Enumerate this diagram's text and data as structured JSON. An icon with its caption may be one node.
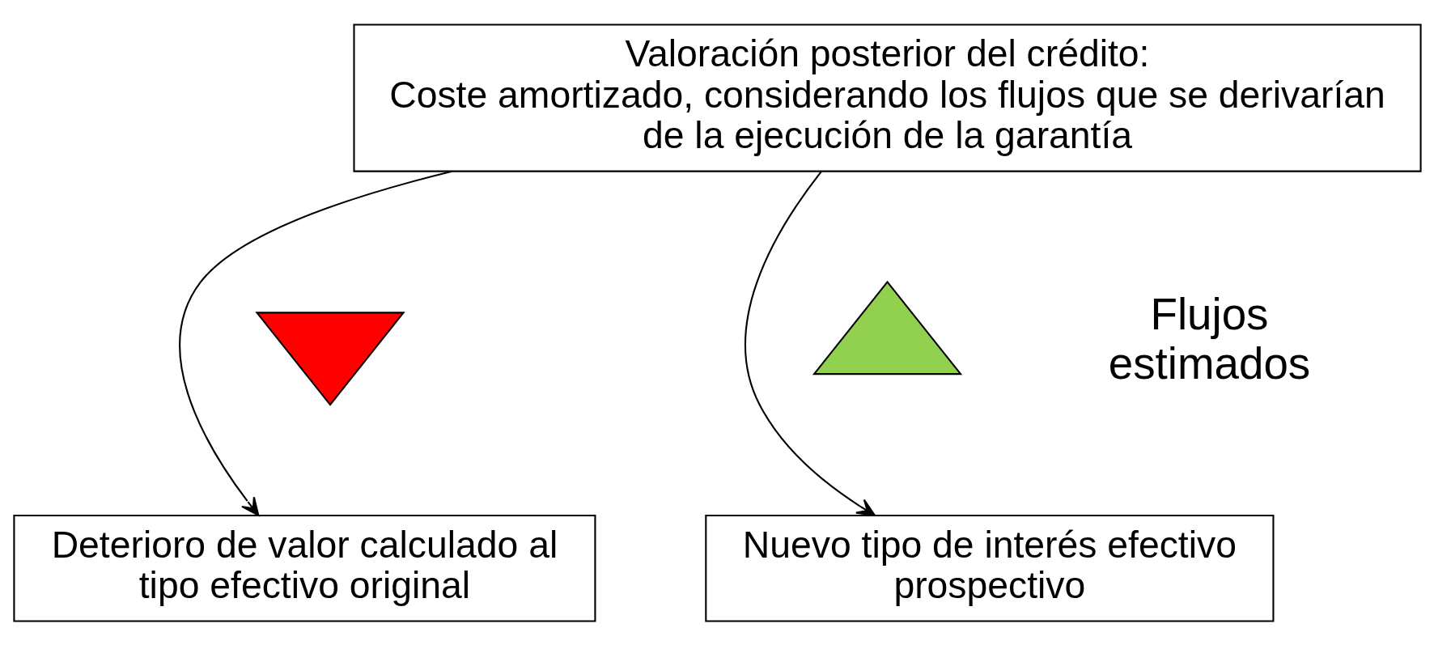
{
  "diagram": {
    "nodes": [
      {
        "text": [
          "Valoración posterior del crédito:",
          "Coste amortizado, considerando los flujos que se derivarían de la ejecución de la garantía"
        ]
      },
      {
        "text": [
          "Deterioro de valor calculado al tipo efectivo original"
        ]
      },
      {
        "text": [
          "Nuevo tipo de interés efectivo prospectivo"
        ]
      },
      {
        "text": [],
        "shape": "arrow"
      },
      {
        "text": [],
        "shape": "arrow"
      }
    ],
    "edges": [
      {
        "from": 0,
        "to": 1,
        "arrow": "to"
      },
      {
        "from": 0,
        "to": 2,
        "arrow": "to"
      }
    ],
    "labels": [
      "Flujos estimados"
    ]
  }
}
